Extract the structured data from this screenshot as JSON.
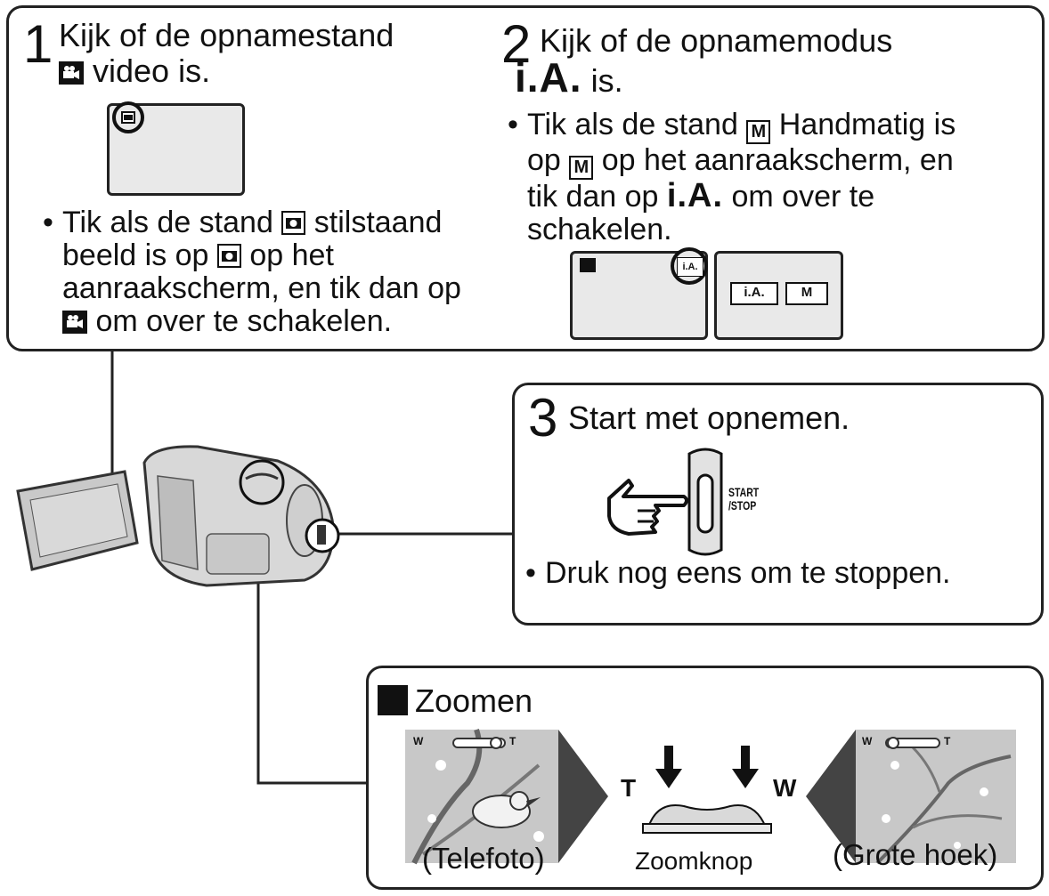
{
  "step1": {
    "number": "1",
    "title_line1": "Kijk of de opnamestand",
    "title_line2": "video is.",
    "bullet_lines": [
      "Tik als de stand",
      "stilstaand",
      "beeld is op",
      "op het",
      "aanraakscherm, en tik dan op",
      "om over te schakelen."
    ]
  },
  "step2": {
    "number": "2",
    "title_line1": "Kijk of de opnamemodus",
    "title_ia": "i.A.",
    "title_tail": "is.",
    "bullet_a": "Tik als de stand",
    "bullet_b": "Handmatig is",
    "bullet_c": "op",
    "bullet_d": "op het aanraakscherm, en",
    "bullet_e": "tik dan op",
    "bullet_f": "om over te",
    "bullet_g": "schakelen.",
    "icon_m": "M",
    "screen_ia": "i.A.",
    "btn_ia": "i.A.",
    "btn_m": "M"
  },
  "step3": {
    "number": "3",
    "title": "Start met opnemen.",
    "button_label_1": "START",
    "button_label_2": "/STOP",
    "bullet": "Druk nog eens om te stoppen."
  },
  "zoom": {
    "title": "Zoomen",
    "tele_caption": "(Telefoto)",
    "knob_caption": "Zoomknop",
    "wide_caption": "(Grote hoek)",
    "t_label": "T",
    "w_label": "W",
    "slider_w": "W",
    "slider_t": "T"
  },
  "icons": [
    "video-camera-icon",
    "still-camera-icon",
    "manual-m-icon",
    "hand-pointer-icon",
    "arrow-down-icon"
  ]
}
